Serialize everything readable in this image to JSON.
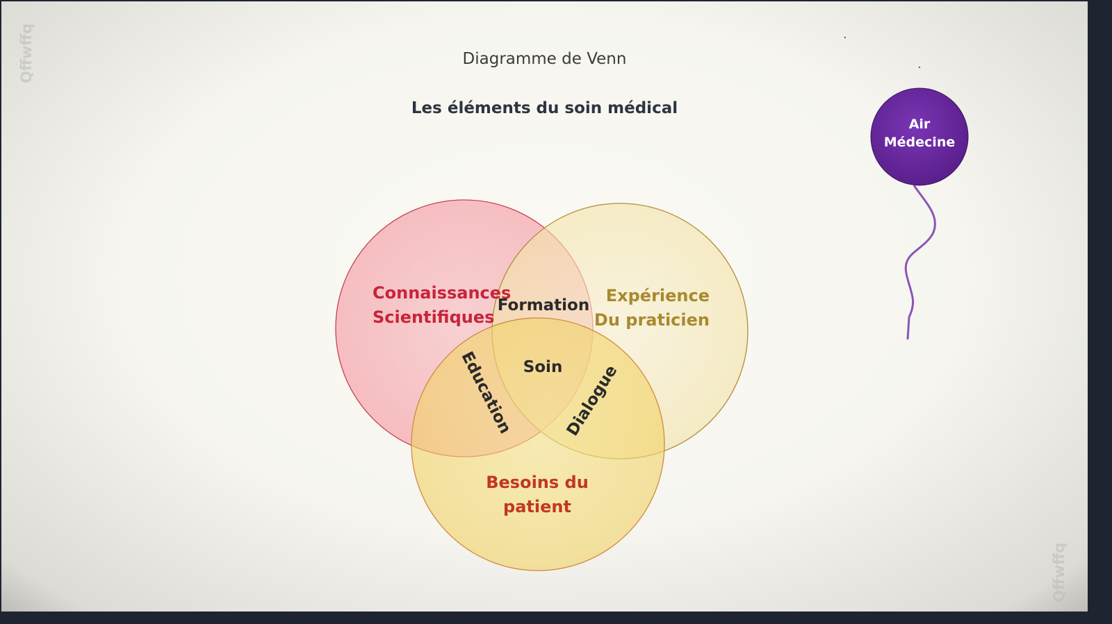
{
  "title": "Diagramme de Venn",
  "subtitle": "Les éléments du soin médical",
  "watermark": "Qffwffq",
  "badge": {
    "line1": "Air",
    "line2": "Médecine",
    "color": "#6a2aa0"
  },
  "venn": {
    "sets": [
      {
        "line1": "Connaissances",
        "line2": "Scientifiques",
        "fill": "#f4a0a8",
        "text_color": "#c7243a"
      },
      {
        "line1": "Expérience",
        "line2": "Du praticien",
        "fill": "#f6e9b6",
        "text_color": "#a88a2e"
      },
      {
        "line1": "Besoins du",
        "line2": "patient",
        "fill": "#f4dc7a",
        "text_color": "#c2371f"
      }
    ],
    "intersections": {
      "top": "Formation",
      "left": "Education",
      "right": "Dialogue",
      "center": "Soin"
    }
  }
}
